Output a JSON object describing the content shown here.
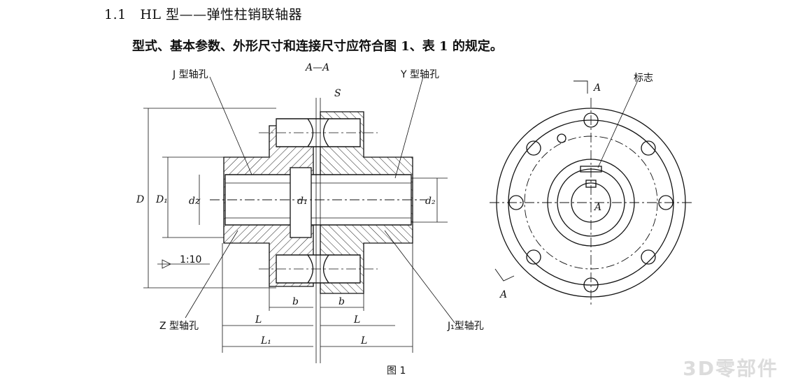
{
  "section": {
    "number": "1.1",
    "title": "HL 型——弹性柱销联轴器"
  },
  "description": "型式、基本参数、外形尺寸和连接尺寸应符合图 1、表 1 的规定。",
  "figure": {
    "caption": "图 1",
    "section_mark": "A—A",
    "labels": {
      "j_hole": "J 型轴孔",
      "y_hole": "Y 型轴孔",
      "z_hole": "Z 型轴孔",
      "j1_hole": "J₁型轴孔",
      "mark": "标志",
      "taper": "1:10"
    },
    "dims": {
      "D": "D",
      "D1": "D₁",
      "dz": "dz",
      "d1": "d₁",
      "d2": "d₂",
      "S": "S",
      "b_left": "b",
      "b_right": "b",
      "L_left": "L",
      "L_right": "L",
      "L1": "L₁",
      "L_bottom": "L",
      "A_top": "A",
      "A_center": "A",
      "A_bottom": "A"
    }
  },
  "watermark": "3D零部件"
}
